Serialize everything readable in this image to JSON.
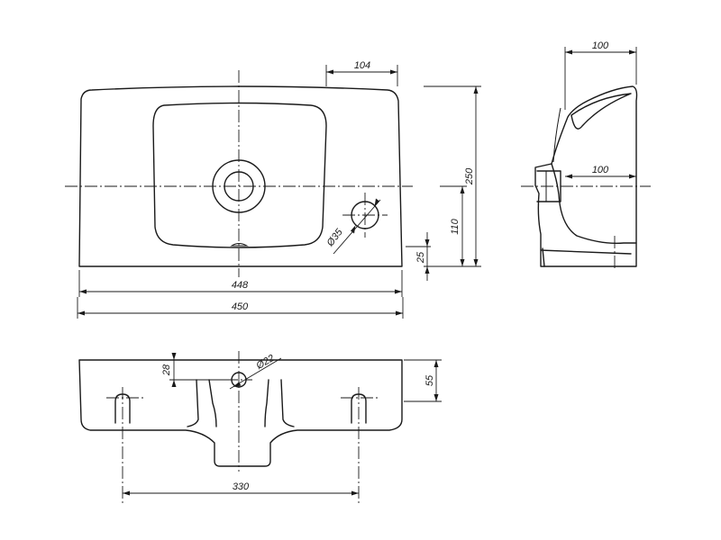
{
  "dimensions": {
    "top_view_tap_offset": "104",
    "top_view_depth": "250",
    "top_view_drain_height": "110",
    "top_view_rim_height": "25",
    "top_view_inner_width": "448",
    "top_view_overall_width": "450",
    "top_view_tap_hole_diameter": "Ø35",
    "side_view_top_depth": "100",
    "side_view_mid_depth": "100",
    "front_view_hole_offset": "28",
    "front_view_hole_diameter": "Ø22",
    "front_view_height": "55",
    "front_view_mount_spacing": "330"
  }
}
